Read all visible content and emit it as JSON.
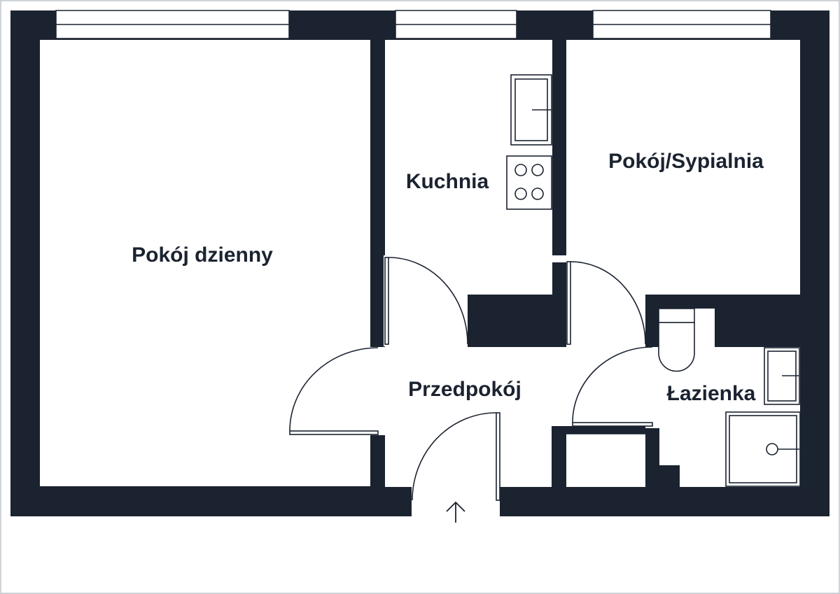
{
  "rooms": {
    "living_room": "Pokój dzienny",
    "kitchen": "Kuchnia",
    "bedroom": "Pokój/Sypialnia",
    "hallway": "Przedpokój",
    "bathroom": "Łazienka"
  },
  "colors": {
    "wall": "#1b2330",
    "floor": "#ffffff",
    "background": "#ffffff",
    "frame": "#cfd3d8"
  },
  "icons": {
    "entrance": "arrow-up-icon",
    "stove": "stove-icon",
    "kitchen_sink": "sink-icon",
    "toilet": "toilet-icon",
    "washbasin": "washbasin-icon",
    "shower": "shower-icon"
  }
}
